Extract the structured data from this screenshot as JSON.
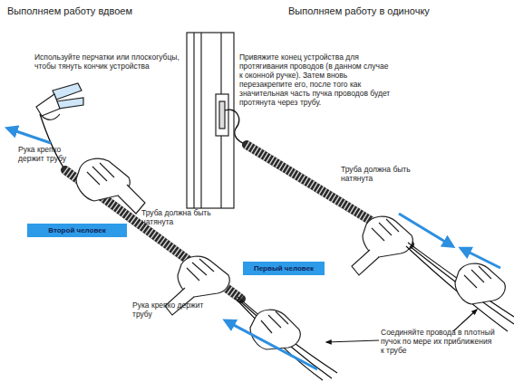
{
  "diagram": {
    "nodes": [
      {
        "text": [
          "Второй человек"
        ]
      },
      {
        "text": [
          "Первый человек"
        ]
      }
    ],
    "labels": [
      "Выполняем работу вдвоем",
      "Выполняем работу в одиночку",
      "Используйте перчатки или плоскогубцы, чтобы тянуть кончик устройства",
      "Привяжите конец устройства для протягивания проводов (в данном случае к оконной ручке). Затем вновь перезакрепите его, после того как значительная часть пучка проводов будет протянута через трубу.",
      "Рука крепко держит трубу",
      "Труба должна быть натянута",
      "Труба должна быть натянута",
      "Рука крепко держит трубу",
      "Соединяйте провода в плотный пучок по мере их приближения к трубе"
    ]
  }
}
